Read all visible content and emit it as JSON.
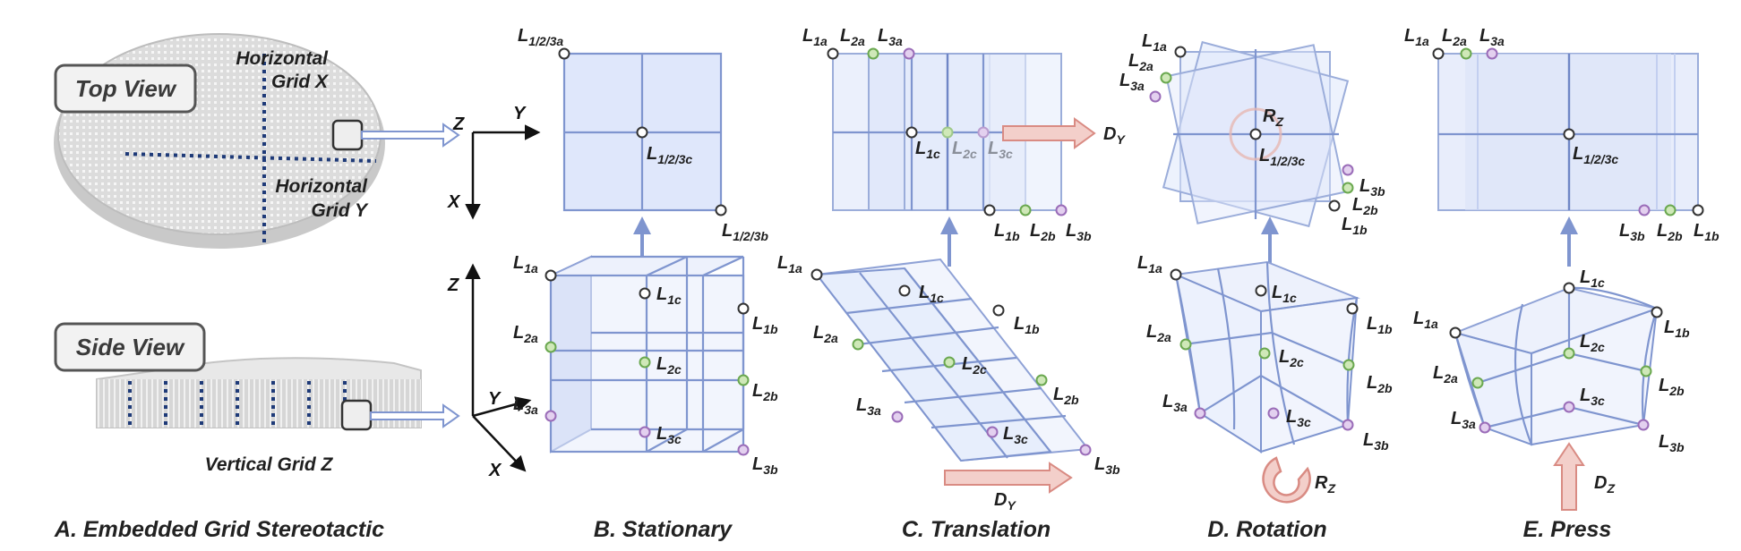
{
  "panel_a": {
    "top_view_label": "Top View",
    "side_view_label": "Side View",
    "horizontal_grid_x": "Horizontal Grid X",
    "horizontal_grid_y": "Horizontal Grid Y",
    "vertical_grid_z": "Vertical Grid Z",
    "caption": "A. Embedded Grid Stereotactic"
  },
  "axes": {
    "z": "Z",
    "y": "Y",
    "x": "X"
  },
  "panel_b": {
    "caption": "B. Stationary",
    "top_a": "L1/2/3a",
    "top_b": "L1/2/3b",
    "top_c": "L1/2/3c",
    "L1a": "L1a",
    "L2a": "L2a",
    "L3a": "L3a",
    "L1b": "L1b",
    "L2b": "L2b",
    "L3b": "L3b",
    "L1c": "L1c",
    "L2c": "L2c",
    "L3c": "L3c"
  },
  "panel_c": {
    "caption": "C. Translation",
    "motion": "DY",
    "L1a": "L1a",
    "L2a": "L2a",
    "L3a": "L3a",
    "L1b": "L1b",
    "L2b": "L2b",
    "L3b": "L3b",
    "L1c": "L1c",
    "L2c": "L2c",
    "L3c": "L3c"
  },
  "panel_d": {
    "caption": "D. Rotation",
    "motion": "RZ",
    "top_c": "L1/2/3c",
    "L1a": "L1a",
    "L2a": "L2a",
    "L3a": "L3a",
    "L1b": "L1b",
    "L2b": "L2b",
    "L3b": "L3b",
    "L1c": "L1c",
    "L2c": "L2c",
    "L3c": "L3c"
  },
  "panel_e": {
    "caption": "E. Press",
    "motion": "DZ",
    "top_c": "L1/2/3c",
    "L1a": "L1a",
    "L2a": "L2a",
    "L3a": "L3a",
    "L1b": "L1b",
    "L2b": "L2b",
    "L3b": "L3b",
    "L1c": "L1c",
    "L2c": "L2c",
    "L3c": "L3c"
  },
  "colors": {
    "grid_face": "#dfe7fb",
    "grid_edge": "#7f95cf",
    "arrow_blue": "#7f95cf",
    "motion_arrow": "#e9b3ad",
    "point_green": "#6aa84f",
    "point_purple": "#9a6cb8",
    "point_black": "#333333"
  }
}
